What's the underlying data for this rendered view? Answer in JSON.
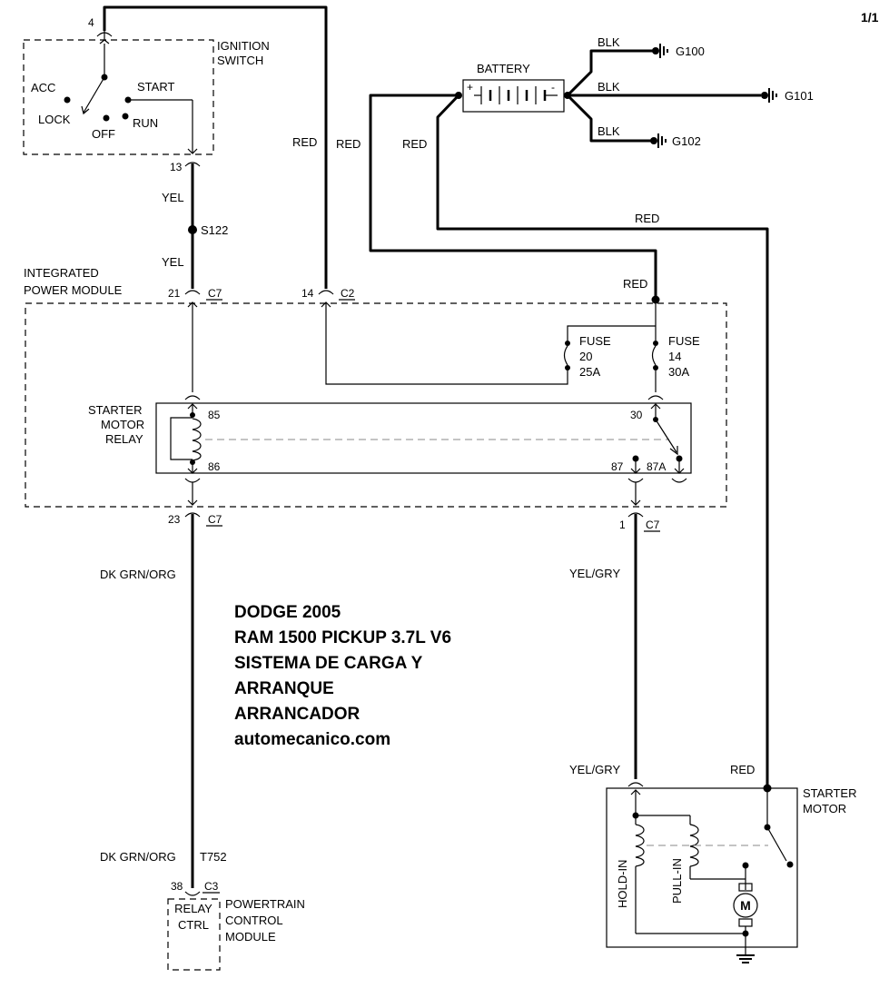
{
  "page_number": "1/1",
  "ignition_switch": {
    "label_line1": "IGNITION",
    "label_line2": "SWITCH",
    "pos_acc": "ACC",
    "pos_lock": "LOCK",
    "pos_off": "OFF",
    "pos_run": "RUN",
    "pos_start": "START",
    "pin_in": "4",
    "pin_out": "13"
  },
  "splice": {
    "id": "S122"
  },
  "battery": {
    "label": "BATTERY",
    "plus": "+",
    "minus": "-",
    "grounds": [
      "G100",
      "G101",
      "G102"
    ]
  },
  "integrated_power_module": {
    "label_line1": "INTEGRATED",
    "label_line2": "POWER MODULE",
    "conn_c7_top_pin": "21",
    "conn_c7_top": "C7",
    "conn_c2_pin": "14",
    "conn_c2": "C2",
    "conn_c7_bottom_left_pin": "23",
    "conn_c7_bottom_left": "C7",
    "conn_c7_bottom_right_pin": "1",
    "conn_c7_bottom_right": "C7",
    "fuse_a": {
      "label": "FUSE",
      "number": "20",
      "rating": "25A"
    },
    "fuse_b": {
      "label": "FUSE",
      "number": "14",
      "rating": "30A"
    }
  },
  "starter_relay": {
    "label_line1": "STARTER",
    "label_line2": "MOTOR",
    "label_line3": "RELAY",
    "pin_85": "85",
    "pin_86": "86",
    "pin_30": "30",
    "pin_87": "87",
    "pin_87a": "87A"
  },
  "wires": {
    "yel_1": "YEL",
    "yel_2": "YEL",
    "red_1": "RED",
    "red_2": "RED",
    "red_3": "RED",
    "red_4": "RED",
    "red_5": "RED",
    "red_6": "RED",
    "blk_1": "BLK",
    "blk_2": "BLK",
    "blk_3": "BLK",
    "dk_grn_org_1": "DK GRN/ORG",
    "dk_grn_org_2": "DK GRN/ORG",
    "yel_gry_1": "YEL/GRY",
    "yel_gry_2": "YEL/GRY"
  },
  "title_block": {
    "line1": "DODGE 2005",
    "line2": "RAM 1500 PICKUP 3.7L V6",
    "line3": "SISTEMA DE CARGA Y",
    "line4": "ARRANQUE",
    "line5": "ARRANCADOR",
    "line6": "automecanico.com"
  },
  "pcm": {
    "conn_id": "T752",
    "pin": "38",
    "conn": "C3",
    "inner_line1": "RELAY",
    "inner_line2": "CTRL",
    "label_line1": "POWERTRAIN",
    "label_line2": "CONTROL",
    "label_line3": "MODULE"
  },
  "starter_motor": {
    "label_line1": "STARTER",
    "label_line2": "MOTOR",
    "hold_in": "HOLD-IN",
    "pull_in": "PULL-IN",
    "motor_symbol": "M"
  }
}
